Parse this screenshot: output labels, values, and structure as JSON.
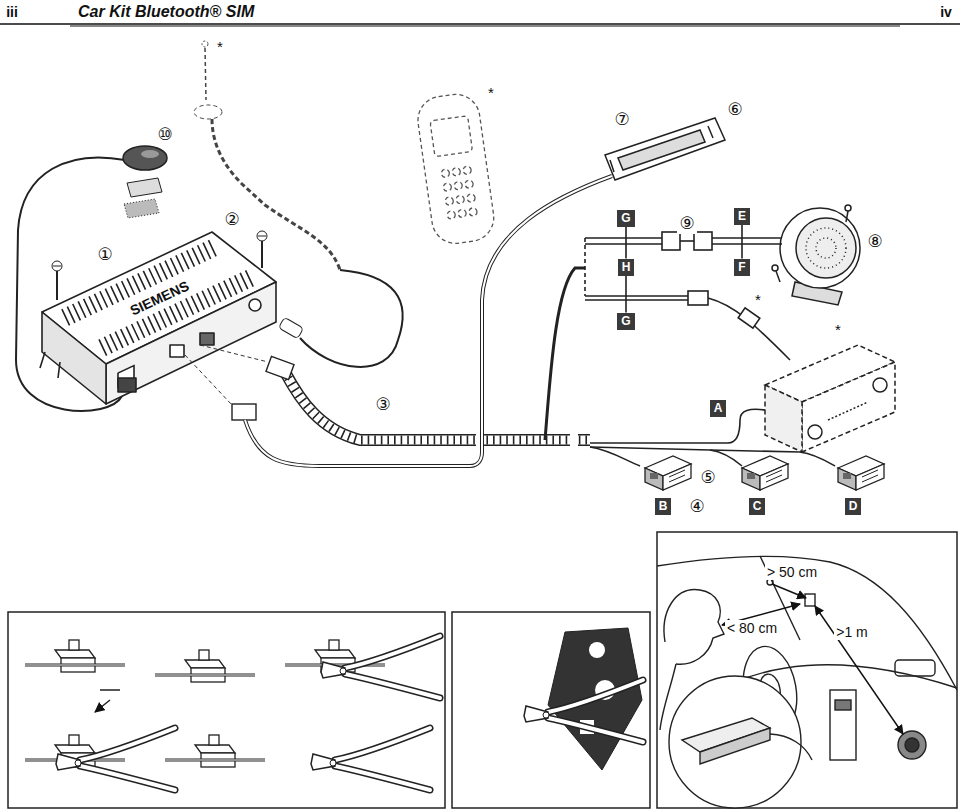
{
  "diagram": {
    "title": "Car Kit Bluetooth® SIM",
    "nodes": [
      {
        "text": [
          "G"
        ]
      },
      {
        "text": [
          "E"
        ]
      },
      {
        "text": [
          "H"
        ]
      },
      {
        "text": [
          "F"
        ]
      },
      {
        "text": [
          "G"
        ]
      },
      {
        "text": [
          "A"
        ]
      },
      {
        "text": [
          "B"
        ]
      },
      {
        "text": [
          "C"
        ]
      },
      {
        "text": [
          "D"
        ]
      }
    ],
    "edges": [
      {
        "from": 0,
        "to": 2,
        "arrow": "none"
      },
      {
        "from": 2,
        "to": 4,
        "arrow": "none"
      },
      {
        "from": 1,
        "to": 3,
        "arrow": "none"
      }
    ],
    "labels": [
      "iii",
      "iv",
      "①",
      "②",
      "⑩",
      "*",
      "*",
      "⑦",
      "⑥",
      "⑨",
      "⑧",
      "*",
      "*",
      "③",
      "⑤",
      "④",
      "SIEMENS",
      "> 50 cm",
      "< 80 cm",
      ">1 m"
    ]
  }
}
